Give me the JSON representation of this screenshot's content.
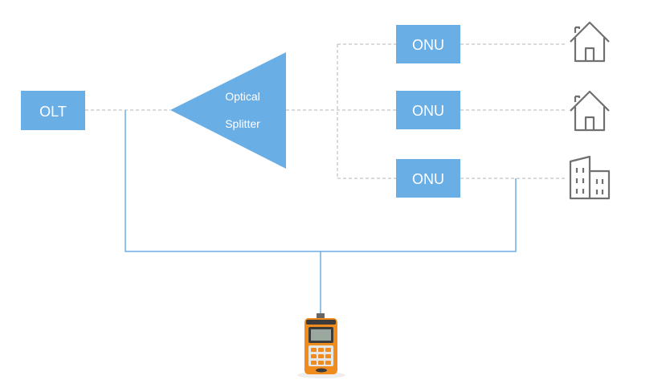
{
  "olt": {
    "label": "OLT",
    "color": "#6aaee6"
  },
  "splitter": {
    "label_line1": "Optical",
    "label_line2": "Splitter",
    "color": "#6aaee6"
  },
  "onus": [
    {
      "label": "ONU",
      "endpoint_icon": "house-icon"
    },
    {
      "label": "ONU",
      "endpoint_icon": "house-icon"
    },
    {
      "label": "ONU",
      "endpoint_icon": "building-icon"
    }
  ],
  "colors": {
    "node_fill": "#6aaee6",
    "fiber_dashed": "#b5b5b5",
    "test_line": "#6aaee6",
    "icon_stroke": "#707070",
    "meter_body": "#f08c1e",
    "meter_panel": "#3c3c3c"
  },
  "test_device": {
    "icon": "optical-power-meter-icon"
  }
}
